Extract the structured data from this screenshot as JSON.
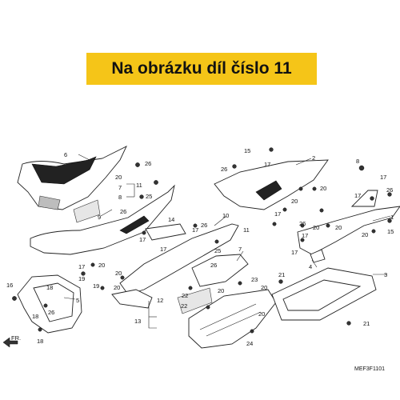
{
  "banner": {
    "text": "Na obrázku díl číslo 11",
    "color": "#f5c518"
  },
  "diagram": {
    "front_label": "FR.",
    "code": "MEF3F1101",
    "callouts": [
      "1",
      "2",
      "3",
      "4",
      "5",
      "6",
      "7",
      "8",
      "9",
      "10",
      "11",
      "12",
      "13",
      "14",
      "15",
      "16",
      "17",
      "18",
      "19",
      "20",
      "21",
      "22",
      "23",
      "24",
      "25",
      "26"
    ]
  }
}
